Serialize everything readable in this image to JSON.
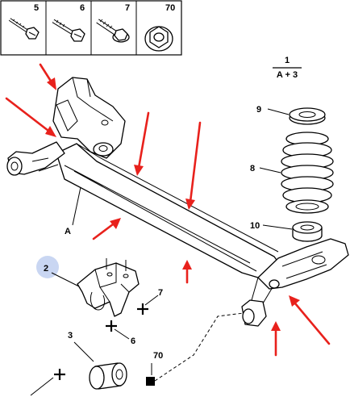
{
  "header_parts": [
    {
      "label": "5",
      "icon": "screw-icon"
    },
    {
      "label": "6",
      "icon": "bolt-icon"
    },
    {
      "label": "7",
      "icon": "flange-bolt-icon"
    },
    {
      "label": "70",
      "icon": "nut-icon"
    }
  ],
  "fraction": {
    "numerator": "1",
    "denominator": "A + 3"
  },
  "callouts": {
    "axle": "A",
    "bracket": "2",
    "bush": "3",
    "bracket_screw_6": "6",
    "bracket_screw_7": "7",
    "bush_nut": "70",
    "spring": "8",
    "upper_seat": "9",
    "lower_seat": "10"
  },
  "colors": {
    "arrow": "#e8211c",
    "highlight": "#c9d6f2",
    "line": "#000000"
  }
}
